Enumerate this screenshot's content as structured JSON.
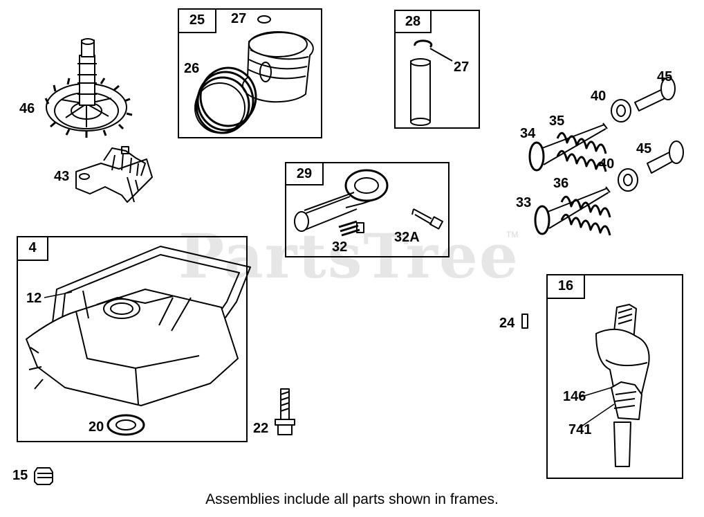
{
  "watermark": {
    "text": "PartsTree",
    "tm": "TM"
  },
  "frames": {
    "f25": "25",
    "f28": "28",
    "f29": "29",
    "f4": "4",
    "f16": "16"
  },
  "labels": {
    "l46": "46",
    "l43": "43",
    "l27a": "27",
    "l26": "26",
    "l27b": "27",
    "l45a": "45",
    "l40a": "40",
    "l35": "35",
    "l34": "34",
    "l45b": "45",
    "l40b": "40",
    "l36": "36",
    "l33": "33",
    "l32": "32",
    "l32a": "32A",
    "l12": "12",
    "l20": "20",
    "l22": "22",
    "l24": "24",
    "l146": "146",
    "l741": "741",
    "l15": "15"
  },
  "caption": "Assemblies include all parts shown in frames."
}
